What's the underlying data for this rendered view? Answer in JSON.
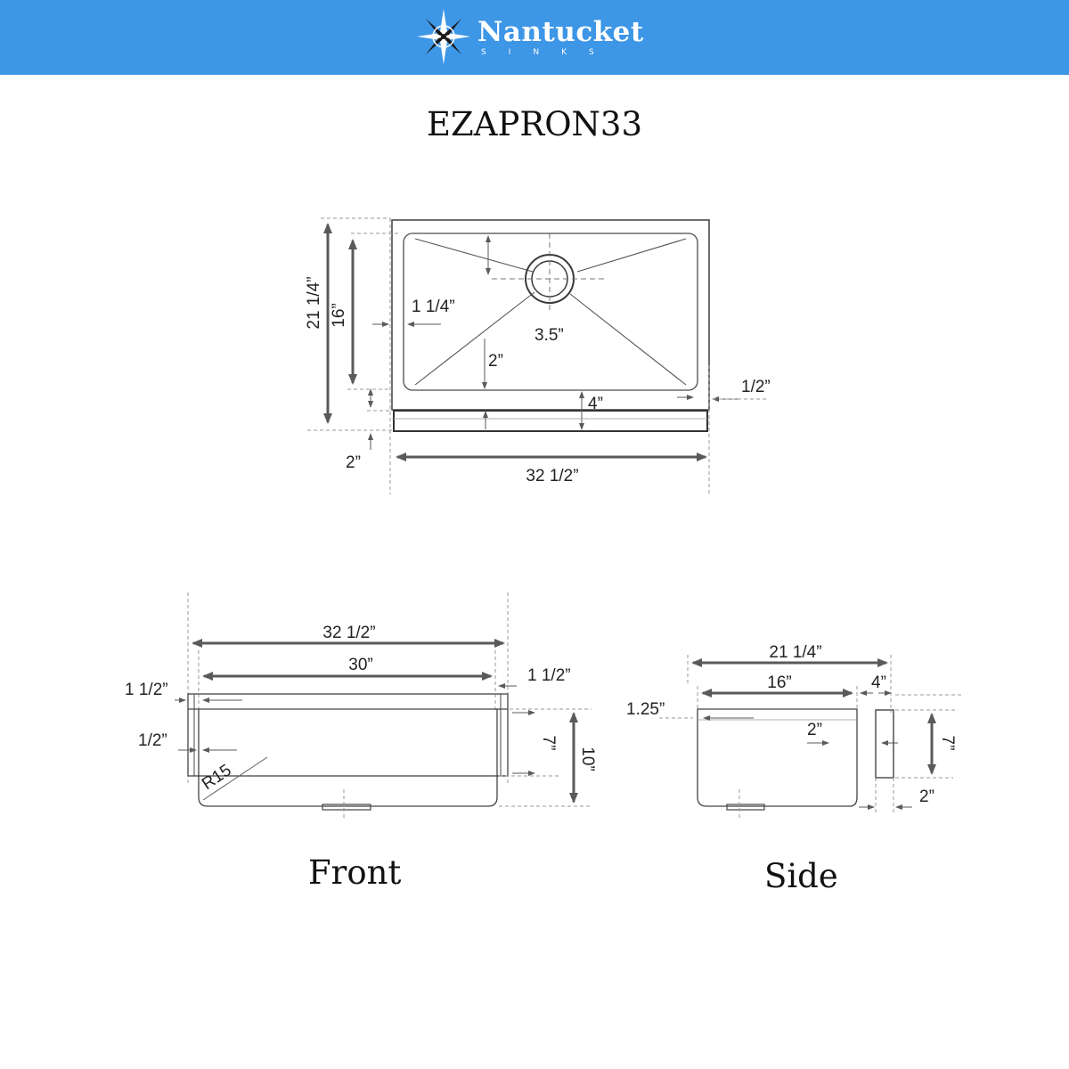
{
  "brand": {
    "name": "Nantucket",
    "sub": "SINKS"
  },
  "model": "EZAPRON33",
  "top_view": {
    "dims": {
      "overall_depth": "21 1/4”",
      "bowl_depth": "16”",
      "side_rim": "1 1/4”",
      "drain": "3.5”",
      "back_offset": "2”",
      "apron": "4”",
      "side_lip": "1/2”",
      "bottom_offset": "2”",
      "overall_width": "32 1/2”"
    }
  },
  "front_view": {
    "label": "Front",
    "dims": {
      "overall_width": "32 1/2”",
      "bowl_width": "30”",
      "left_flange": "1 1/2”",
      "right_flange": "1 1/2”",
      "wall": "1/2”",
      "radius": "R15",
      "bowl_height": "7”",
      "overall_height": "10”"
    }
  },
  "side_view": {
    "label": "Side",
    "dims": {
      "overall_depth": "21 1/4”",
      "bowl_depth": "16”",
      "apron": "4”",
      "rim": "1.25”",
      "offset": "2”",
      "apron_height": "7”",
      "bottom_offset": "2”"
    }
  },
  "colors": {
    "header": "#3d96e6",
    "line": "#555555",
    "arrow": "#666666"
  }
}
